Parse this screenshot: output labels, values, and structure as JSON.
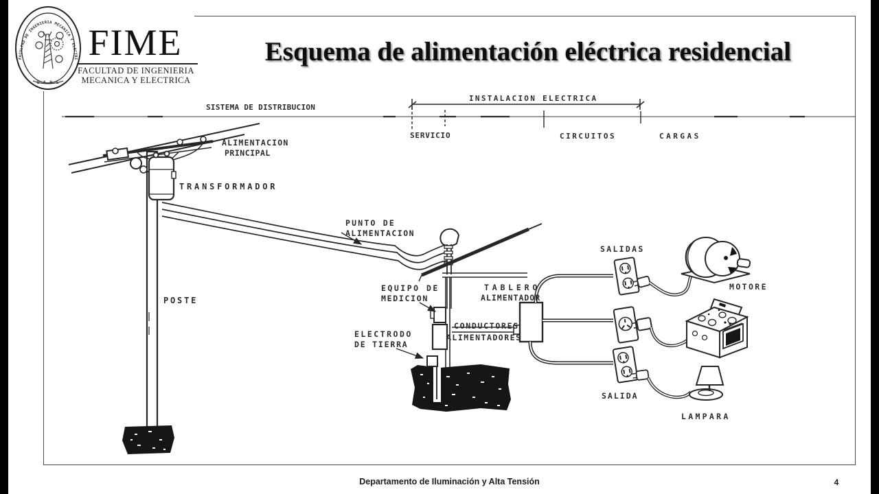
{
  "header": {
    "logo": {
      "acronym": "FIME",
      "faculty_line1": "FACULTAD DE INGENIERIA",
      "faculty_line2": "MECANICA Y ELECTRICA",
      "seal_text": "FACULTAD DE INGENIERIA MECANICA Y ELECTRICA",
      "seal_bottom": "U.A.N.L"
    },
    "title": "Esquema de alimentación eléctrica residencial"
  },
  "diagram": {
    "labels": {
      "sistema": "SISTEMA DE DISTRIBUCION",
      "instalacion": "INSTALACION ELECTRICA",
      "servicio": "SERVICIO",
      "circuitos": "CIRCUITOS",
      "cargas": "CARGAS",
      "alimentacion1": "ALIMENTACION",
      "alimentacion2": "PRINCIPAL",
      "transformador": "TRANSFORMADOR",
      "punto1": "PUNTO DE",
      "punto2": "ALIMENTACION",
      "poste": "POSTE",
      "equipo1": "EQUIPO DE",
      "equipo2": "MEDICION",
      "electrodo1": "ELECTRODO",
      "electrodo2": "DE TIERRA",
      "tablero1": "TABLERO",
      "tablero2": "ALIMENTADOR",
      "conductores1": "CONDUCTORES",
      "conductores2": "ALIMENTADORES",
      "salidas": "SALIDAS",
      "motore": "MOTORE",
      "salida": "SALIDA",
      "lampara": "LAMPARA"
    }
  },
  "footer": {
    "department": "Departamento de Iluminación y Alta Tensión",
    "page_number": "4"
  },
  "colors": {
    "ink": "#262626",
    "axis_gray": "#9a9a9a",
    "background": "#ffffff",
    "letterbox": "#000000"
  }
}
